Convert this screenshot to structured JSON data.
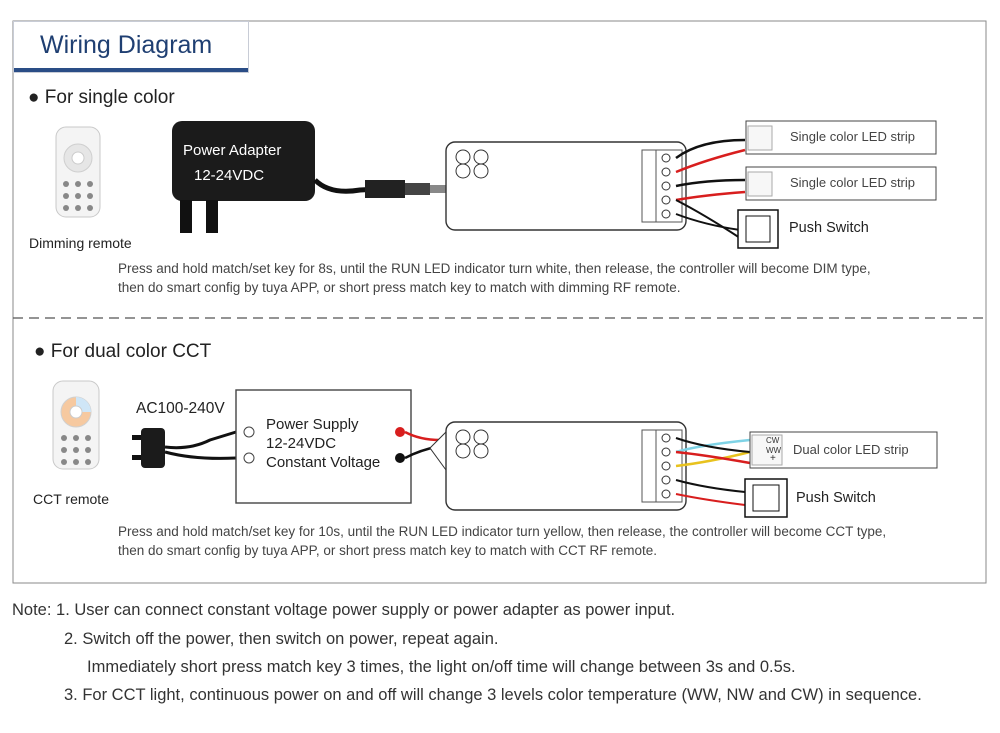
{
  "title": "Wiring Diagram",
  "section1": {
    "heading": "For single color",
    "remote_label": "Dimming remote",
    "adapter_line1": "Power Adapter",
    "adapter_line2": "12-24VDC",
    "strip1": "Single color LED strip",
    "strip2": "Single color LED strip",
    "switch": "Push Switch",
    "desc_line1": "Press and hold match/set key for 8s, until the RUN LED indicator turn white, then release, the controller will become DIM type,",
    "desc_line2": "then do  smart  config by  tuya  APP, or  short press match key to match  with dimming  RF  remote."
  },
  "section2": {
    "heading": "For dual color CCT",
    "remote_label": "CCT remote",
    "ac_label": "AC100-240V",
    "supply_line1": "Power Supply",
    "supply_line2": "12-24VDC",
    "supply_line3": "Constant Voltage",
    "strip": "Dual color LED strip",
    "cw": "CW",
    "ww": "WW",
    "plus": "+",
    "switch": "Push Switch",
    "desc_line1": "Press and hold match/set key for 10s, until the RUN LED indicator turn yellow, then release, the controller will become CCT type,",
    "desc_line2": "then do  smart  config by  tuya  APP, or  short press match key to match  with CCT  RF  remote."
  },
  "notes": {
    "prefix": "Note:",
    "n1": "1. User can connect constant voltage power supply or power adapter as power input.",
    "n2": "2. Switch off the power, then switch on power, repeat again.",
    "n2b": "Immediately short press match key 3 times, the light on/off time will change between 3s and 0.5s.",
    "n3": "3. For CCT light, continuous power on and off will change 3 levels color temperature (WW, NW and CW) in sequence."
  },
  "colors": {
    "accent": "#2a4d86",
    "red_wire": "#d81e1e",
    "black_wire": "#111111",
    "cyan_wire": "#7fd3e6",
    "yellow_wire": "#e8c21e"
  }
}
